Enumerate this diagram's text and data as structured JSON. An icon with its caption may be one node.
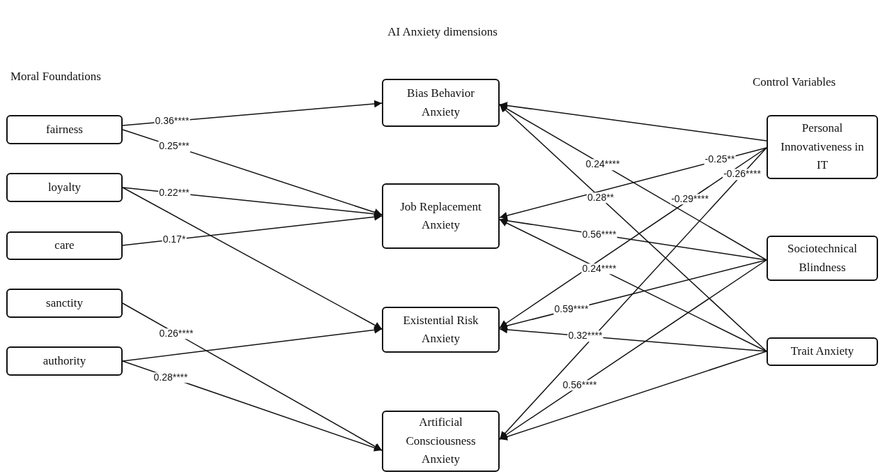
{
  "diagram": {
    "title": "AI Anxiety dimensions",
    "nodes": [
      {
        "text": [
          "fairness"
        ]
      },
      {
        "text": [
          "loyalty"
        ]
      },
      {
        "text": [
          "care"
        ]
      },
      {
        "text": [
          "sanctity"
        ]
      },
      {
        "text": [
          "authority"
        ]
      },
      {
        "text": [
          "Bias Behavior Anxiety"
        ]
      },
      {
        "text": [
          "Job Replacement Anxiety"
        ]
      },
      {
        "text": [
          "Existential Risk Anxiety"
        ]
      },
      {
        "text": [
          "Artificial Consciousness Anxiety"
        ]
      },
      {
        "text": [
          "Personal Innovativeness in IT"
        ]
      },
      {
        "text": [
          "Sociotechnical Blindness"
        ]
      },
      {
        "text": [
          "Trait Anxiety"
        ]
      }
    ],
    "edges": [
      {
        "from": 0,
        "to": 5,
        "arrow": "to",
        "label": "0.36****"
      },
      {
        "from": 0,
        "to": 6,
        "arrow": "to",
        "label": "0.25***"
      },
      {
        "from": 1,
        "to": 6,
        "arrow": "to",
        "label": "0.22***"
      },
      {
        "from": 2,
        "to": 6,
        "arrow": "to",
        "label": "0.17*"
      },
      {
        "from": 1,
        "to": 7,
        "arrow": "to"
      },
      {
        "from": 3,
        "to": 8,
        "arrow": "to",
        "label": "0.26****"
      },
      {
        "from": 4,
        "to": 7,
        "arrow": "to"
      },
      {
        "from": 4,
        "to": 8,
        "arrow": "to",
        "label": "0.28****"
      },
      {
        "from": 9,
        "to": 5,
        "arrow": "to"
      },
      {
        "from": 9,
        "to": 6,
        "arrow": "to",
        "label": "-0.25**"
      },
      {
        "from": 9,
        "to": 7,
        "arrow": "to",
        "label": "-0.29****"
      },
      {
        "from": 9,
        "to": 8,
        "arrow": "to",
        "label": "-0.26****"
      },
      {
        "from": 10,
        "to": 5,
        "arrow": "to",
        "label": "0.24****"
      },
      {
        "from": 10,
        "to": 6,
        "arrow": "to",
        "label": "0.56****"
      },
      {
        "from": 10,
        "to": 7,
        "arrow": "to",
        "label": "0.59****"
      },
      {
        "from": 10,
        "to": 8,
        "arrow": "to",
        "label": "0.56****"
      },
      {
        "from": 11,
        "to": 5,
        "arrow": "to",
        "label": "0.28**"
      },
      {
        "from": 11,
        "to": 6,
        "arrow": "to",
        "label": "0.24****"
      },
      {
        "from": 11,
        "to": 7,
        "arrow": "to",
        "label": "0.32****"
      },
      {
        "from": 11,
        "to": 8,
        "arrow": "to"
      }
    ],
    "labels": [
      "Moral Foundations",
      "Control Variables"
    ]
  }
}
